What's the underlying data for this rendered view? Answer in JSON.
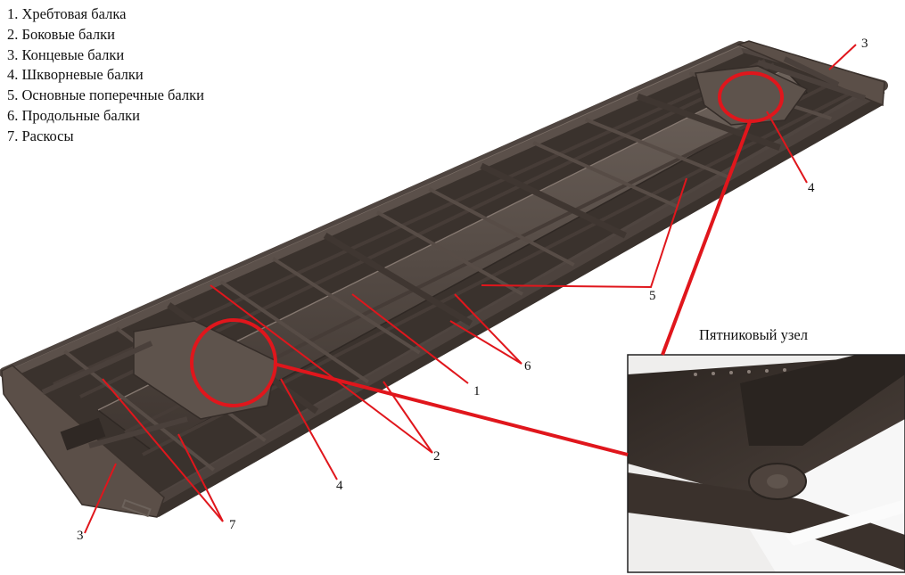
{
  "legend": [
    "1. Хребтовая балка",
    "2. Боковые балки",
    "3. Концевые балки",
    "4. Шкворневые балки",
    "5. Основные поперечные балки",
    "6. Продольные балки",
    "7. Раскосы"
  ],
  "callouts": {
    "c1": "1",
    "c2": "2",
    "c3_top": "3",
    "c3_bottom": "3",
    "c4_right": "4",
    "c4_left": "4",
    "c5": "5",
    "c6": "6",
    "c7": "7"
  },
  "inset": {
    "title": "Пятниковый узел"
  },
  "colors": {
    "frame": "#5a4f48",
    "frame_dark": "#3b332e",
    "frame_light": "#7a6e66",
    "annotation": "#e0161c"
  }
}
